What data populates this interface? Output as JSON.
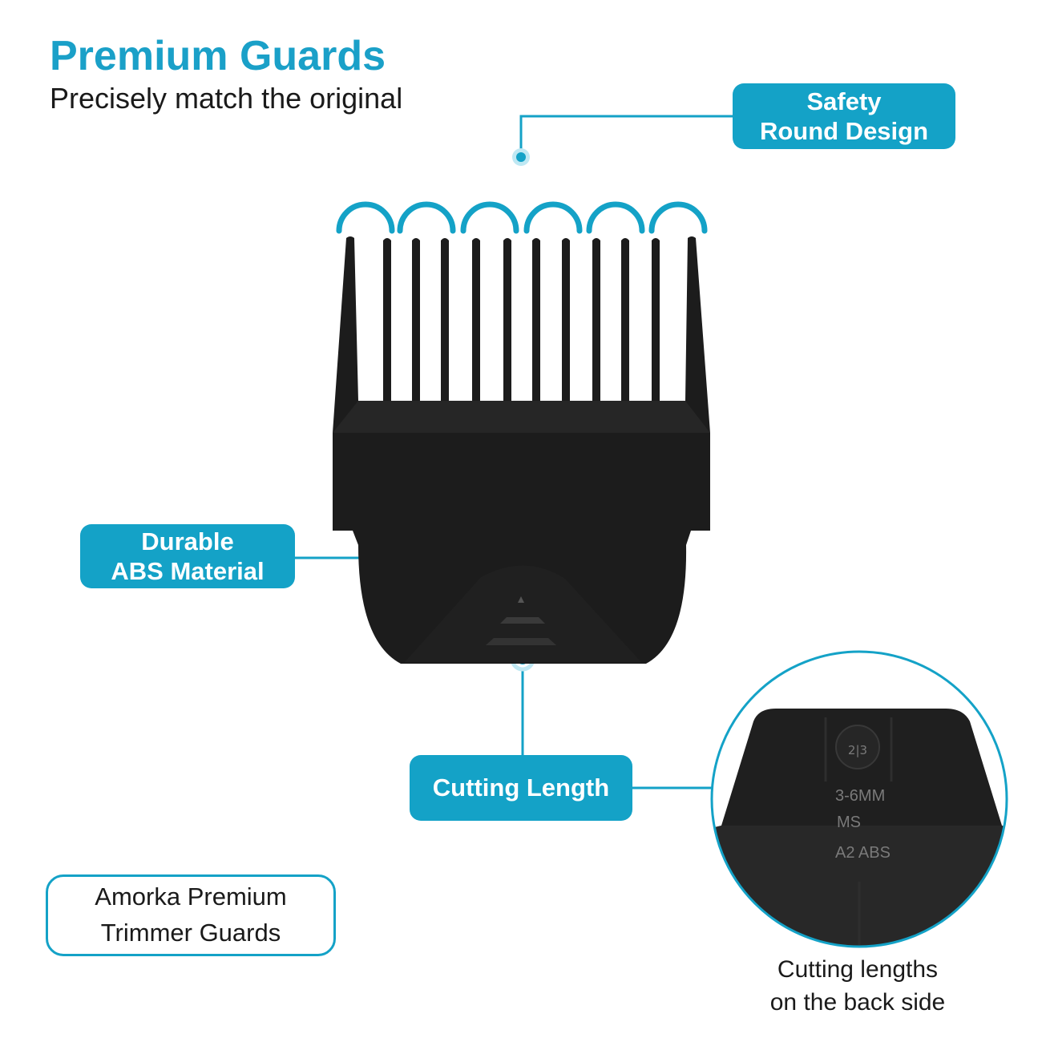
{
  "header": {
    "title": "Premium Guards",
    "subtitle": "Precisely match the original"
  },
  "callouts": {
    "safety": {
      "line1": "Safety",
      "line2": "Round Design"
    },
    "durable": {
      "line1": "Durable",
      "line2": "ABS Material"
    },
    "cutting": {
      "label": "Cutting Length"
    }
  },
  "brand": {
    "line1": "Amorka Premium",
    "line2": "Trimmer Guards"
  },
  "zoom": {
    "markings": {
      "size": "3-6MM",
      "code": "MS",
      "material": "A2 ABS",
      "dial_center": "2|3"
    },
    "caption_line1": "Cutting lengths",
    "caption_line2": "on the back side"
  },
  "colors": {
    "accent": "#14a2c7",
    "guard": "#1b1b1b",
    "text": "#1a1a1a"
  }
}
